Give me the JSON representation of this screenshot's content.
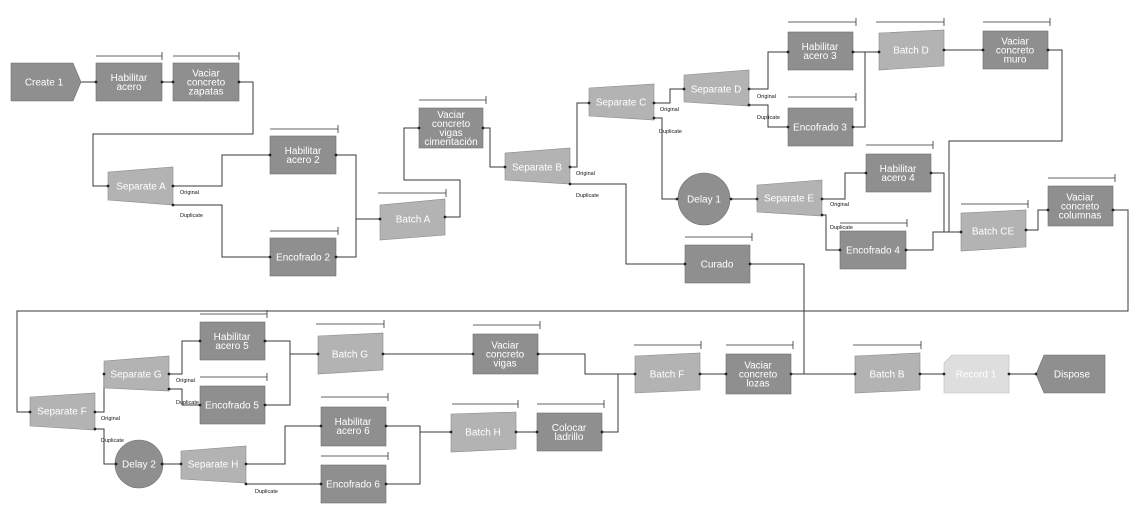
{
  "nodes": {
    "create1": {
      "label": "Create 1"
    },
    "hab_acero": {
      "label": "Habilitar|acero"
    },
    "vac_zap": {
      "label": "Vaciar|concreto|zapatas"
    },
    "sepA": {
      "label": "Separate A"
    },
    "hab_ac2": {
      "label": "Habilitar|acero 2"
    },
    "enc2": {
      "label": "Encofrado 2"
    },
    "batchA": {
      "label": "Batch A"
    },
    "vac_vcim": {
      "label": "Vaciar|concreto|vigas|cimentación"
    },
    "sepB": {
      "label": "Separate B"
    },
    "sepC": {
      "label": "Separate C"
    },
    "sepD": {
      "label": "Separate D"
    },
    "hab_ac3": {
      "label": "Habilitar|acero 3"
    },
    "enc3": {
      "label": "Encofrado 3"
    },
    "batchD": {
      "label": "Batch D"
    },
    "vac_muro": {
      "label": "Vaciar|concreto|muro"
    },
    "delay1": {
      "label": "Delay 1"
    },
    "sepE": {
      "label": "Separate E"
    },
    "hab_ac4": {
      "label": "Habilitar|acero 4"
    },
    "enc4": {
      "label": "Encofrado 4"
    },
    "batchCE": {
      "label": "Batch CE"
    },
    "vac_col": {
      "label": "Vaciar|concreto|columnas"
    },
    "curado": {
      "label": "Curado"
    },
    "sepF": {
      "label": "Separate F"
    },
    "sepG": {
      "label": "Separate G"
    },
    "hab_ac5": {
      "label": "Habilitar|acero 5"
    },
    "enc5": {
      "label": "Encofrado 5"
    },
    "batchG": {
      "label": "Batch G"
    },
    "vac_vigas": {
      "label": "Vaciar|concreto|vigas"
    },
    "delay2": {
      "label": "Delay 2"
    },
    "sepH": {
      "label": "Separate H"
    },
    "hab_ac6": {
      "label": "Habilitar|acero 6"
    },
    "enc6": {
      "label": "Encofrado 6"
    },
    "batchH": {
      "label": "Batch H"
    },
    "col_lad": {
      "label": "Colocar|ladrillo"
    },
    "batchF": {
      "label": "Batch F"
    },
    "vac_lozas": {
      "label": "Vaciar|concreto|lozas"
    },
    "batchB": {
      "label": "Batch B"
    },
    "record1": {
      "label": "Record 1"
    },
    "dispose": {
      "label": "Dispose"
    }
  },
  "ports": {
    "original": "Original",
    "duplicate": "Duplicate"
  }
}
